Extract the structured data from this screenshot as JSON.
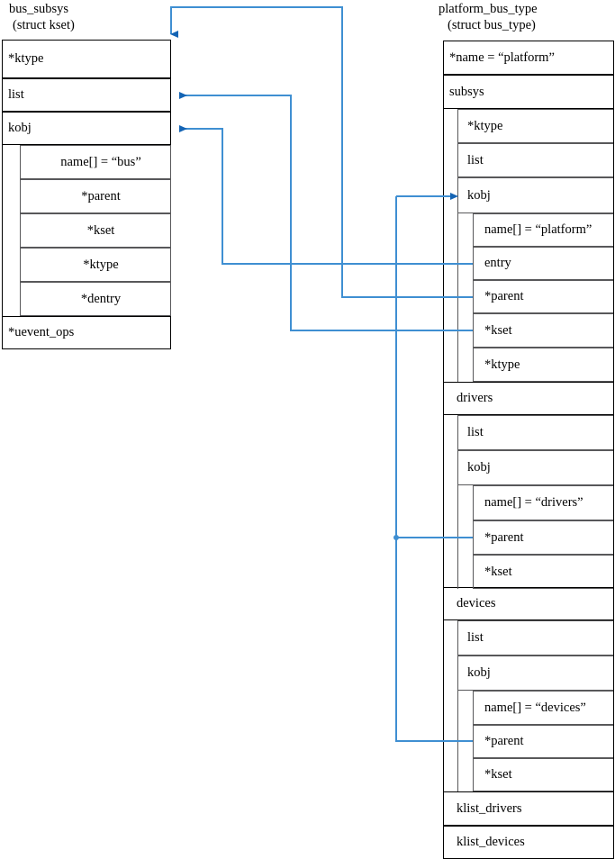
{
  "diagram": {
    "title_left": "bus_subsys",
    "subtitle_left": "(struct kset)",
    "title_right": "platform_bus_type",
    "subtitle_right": "(struct bus_type)",
    "line_color": "#3f8fd2",
    "arrow_color": "#1464b4",
    "border_color": "#58585a",
    "border_color_outer": "#000000"
  },
  "bus_subsys": {
    "name": "bus_subsys",
    "type": "(struct kset)",
    "fields": [
      {
        "label": "*ktype"
      },
      {
        "label": "list"
      },
      {
        "label": "kobj"
      },
      {
        "label": "name[] =  “bus”"
      },
      {
        "label": "*parent"
      },
      {
        "label": "*kset"
      },
      {
        "label": "*ktype"
      },
      {
        "label": "*dentry"
      },
      {
        "label": "*uevent_ops"
      }
    ]
  },
  "platform_bus_type": {
    "name": "platform_bus_type",
    "type": "(struct bus_type)",
    "fields": [
      {
        "label": "*name = “platform”"
      },
      {
        "label": "subsys"
      },
      {
        "label": "*ktype"
      },
      {
        "label": "list"
      },
      {
        "label": "kobj"
      },
      {
        "label": "name[] =  “platform”"
      },
      {
        "label": "entry"
      },
      {
        "label": "*parent"
      },
      {
        "label": "*kset"
      },
      {
        "label": "*ktype"
      },
      {
        "label": "drivers"
      },
      {
        "label": "list"
      },
      {
        "label": "kobj"
      },
      {
        "label": "name[] =  “drivers”"
      },
      {
        "label": "*parent"
      },
      {
        "label": "*kset"
      },
      {
        "label": "devices"
      },
      {
        "label": "list"
      },
      {
        "label": "kobj"
      },
      {
        "label": "name[] =  “devices”"
      },
      {
        "label": "*parent"
      },
      {
        "label": "*kset"
      },
      {
        "label": "klist_drivers"
      },
      {
        "label": "klist_devices"
      }
    ]
  },
  "connections": [
    {
      "name": "subsys-kobj-parent-to-bus_subsys-ktype",
      "from": "platform_bus_type.subsys.kobj.*parent",
      "to": "bus_subsys.*ktype"
    },
    {
      "name": "subsys-kobj-kset-to-bus_subsys-list",
      "from": "platform_bus_type.subsys.kobj.*kset",
      "to": "bus_subsys.list"
    },
    {
      "name": "drivers-kobj-parent-to-bus_subsys-kobj",
      "from": "platform_bus_type.drivers.kobj.*parent",
      "to": "bus_subsys.kobj"
    },
    {
      "name": "bus_subsys-kobj-to-subsys-kobj",
      "from": "bus_subsys.kobj",
      "to": "platform_bus_type.subsys.kobj"
    },
    {
      "name": "devices-kobj-parent-junction",
      "from": "platform_bus_type.devices.kobj.*parent",
      "to": "platform_bus_type.subsys.kobj"
    },
    {
      "name": "entry-pointer",
      "from": "bus_subsys.list",
      "to": "platform_bus_type.subsys.kobj.entry"
    }
  ]
}
